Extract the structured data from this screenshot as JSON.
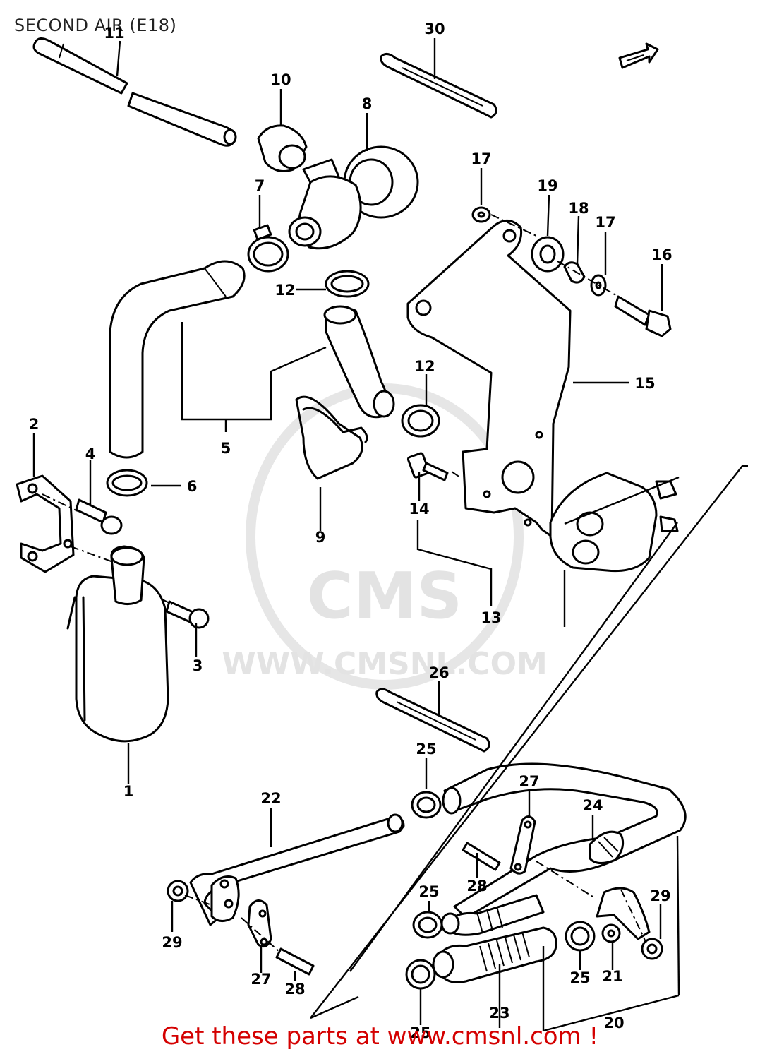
{
  "title": "SECOND AIR (E18)",
  "footer": "Get these parts at www.cmsnl.com !",
  "watermark": {
    "brand": "CMS",
    "url": "WWW.CMSNL.COM"
  },
  "front_arrow_icon": "front-direction-arrow-icon",
  "callouts": {
    "c1": "1",
    "c2": "2",
    "c3": "3",
    "c4": "4",
    "c5": "5",
    "c6": "6",
    "c7": "7",
    "c8": "8",
    "c9": "9",
    "c10": "10",
    "c11": "11",
    "c12a": "12",
    "c12b": "12",
    "c13": "13",
    "c14": "14",
    "c15": "15",
    "c16": "16",
    "c17a": "17",
    "c17b": "17",
    "c18": "18",
    "c19": "19",
    "c20": "20",
    "c21": "21",
    "c22": "22",
    "c23": "23",
    "c24": "24",
    "c25a": "25",
    "c25b": "25",
    "c25c": "25",
    "c25d": "25",
    "c26": "26",
    "c27a": "27",
    "c27b": "27",
    "c28a": "28",
    "c28b": "28",
    "c29a": "29",
    "c29b": "29",
    "c30": "30"
  },
  "colors": {
    "footer": "#d40000",
    "line": "#000000",
    "watermark": "#e3e3e3"
  }
}
